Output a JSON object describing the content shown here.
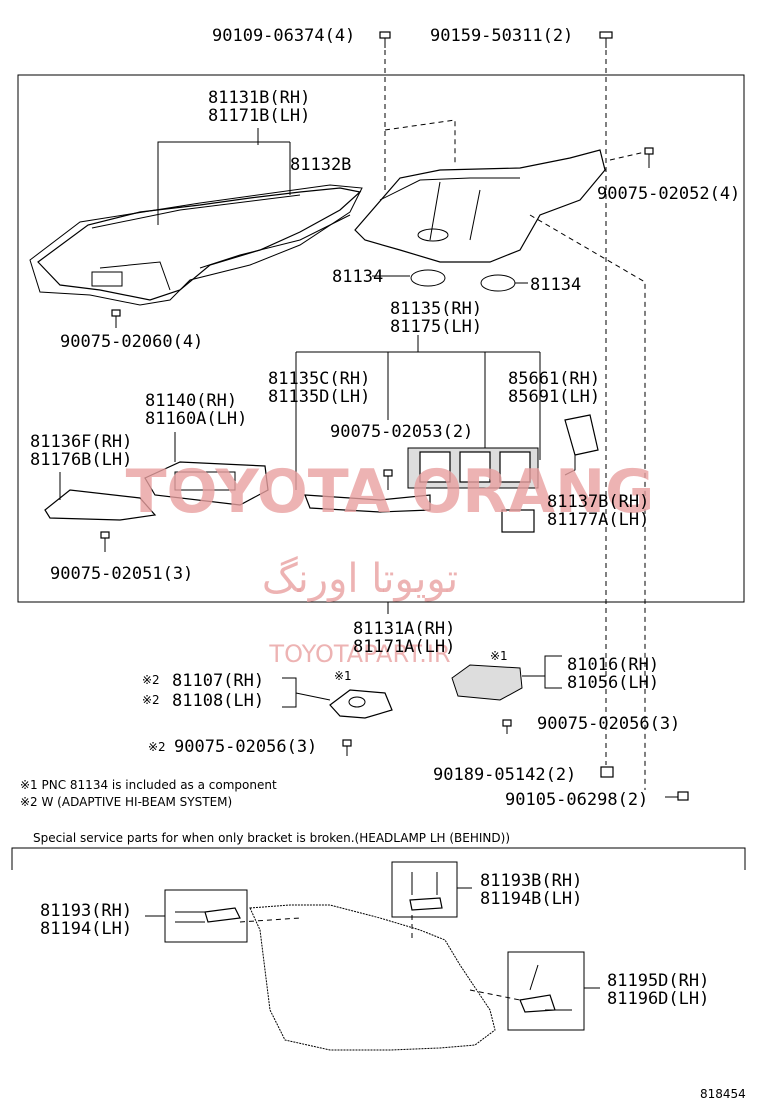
{
  "labels": {
    "bolt_top_left": "90109-06374(4)",
    "bolt_top_right": "90159-50311(2)",
    "lens_rh": "81131B(RH)",
    "lens_lh": "81171B(LH)",
    "gasket": "81132B",
    "screw_right": "90075-02052(4)",
    "ring_left": "81134",
    "ring_right": "81134",
    "screw_lens": "90075-02060(4)",
    "unit_rh": "81135(RH)",
    "unit_lh": "81175(LH)",
    "sub_c_rh": "81135C(RH)",
    "sub_d_lh": "81135D(LH)",
    "ecu_rh": "85661(RH)",
    "ecu_lh": "85691(LH)",
    "ext_rh": "81140(RH)",
    "ext_lh": "81160A(LH)",
    "screw_mid": "90075-02053(2)",
    "brk_rh": "81136F(RH)",
    "brk_lh": "81176B(LH)",
    "mod_rh": "81137B(RH)",
    "mod_lh": "81177A(LH)",
    "screw_bl": "90075-02051(3)",
    "assy_rh": "81131A(RH)",
    "assy_lh": "81171A(LH)",
    "mark1": "※1",
    "mark2": "※2",
    "ahb_rh": "81107(RH)",
    "ahb_lh": "81108(LH)",
    "blk_rh": "81016(RH)",
    "blk_lh": "81056(LH)",
    "screw_blk": "90075-02056(3)",
    "screw_ahb": "90075-02056(3)",
    "nut": "90189-05142(2)",
    "bolt_br": "90105-06298(2)",
    "note1": "※1 PNC 81134 is included as a component",
    "note2": "※2 W (ADAPTIVE HI-BEAM SYSTEM)",
    "special_title": "Special service parts for when only bracket is broken.(HEADLAMP LH (BEHIND))",
    "rep_a_rh": "81193(RH)",
    "rep_a_lh": "81194(LH)",
    "rep_b_rh": "81193B(RH)",
    "rep_b_lh": "81194B(LH)",
    "rep_c_rh": "81195D(RH)",
    "rep_c_lh": "81196D(LH)",
    "diagram_id": "818454"
  },
  "watermark": {
    "line1": "TOYOTA ORANG",
    "line2": "تویوتا اورنگ",
    "line3": "TOYOTAPART.IR",
    "color": "#e8a0a0"
  }
}
